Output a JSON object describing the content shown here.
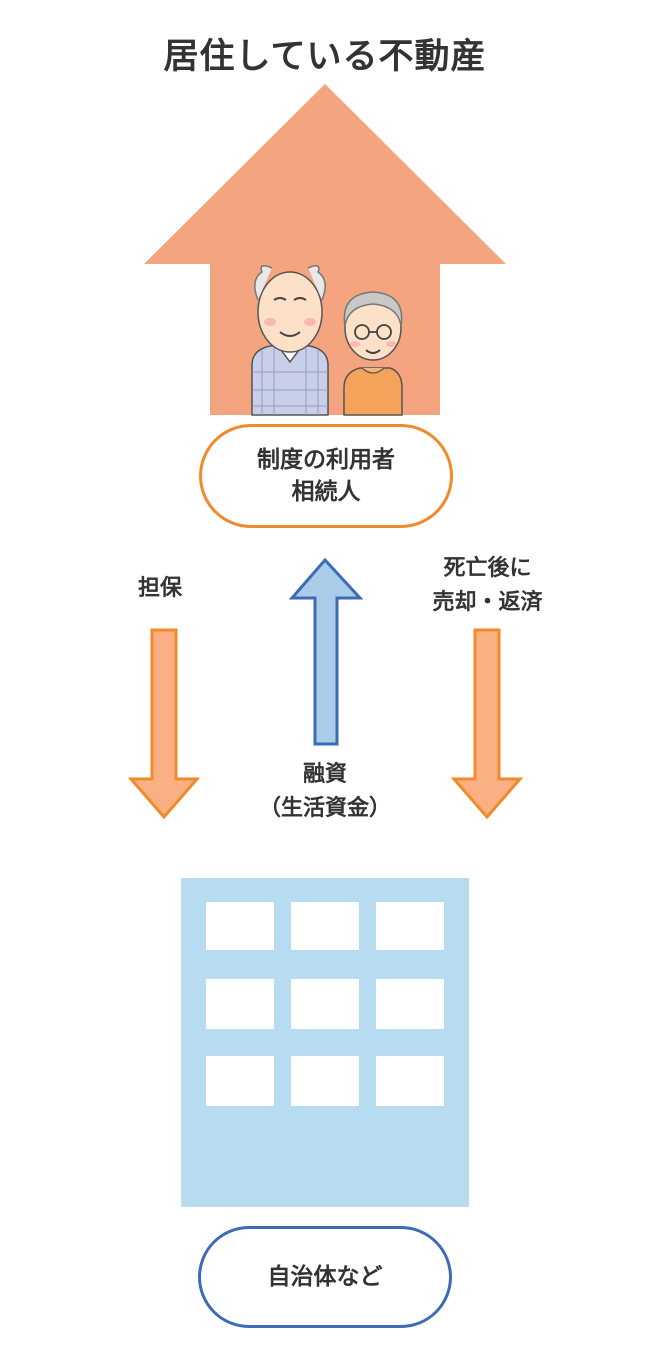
{
  "title": "居住している不動産",
  "user_box": {
    "line1": "制度の利用者",
    "line2": "相続人"
  },
  "labels": {
    "collateral": "担保",
    "repay_line1": "死亡後に",
    "repay_line2": "売却・返済",
    "loan_line1": "融資",
    "loan_line2": "（生活資金）"
  },
  "lender_box": {
    "label": "自治体など"
  },
  "colors": {
    "house": "#f4a47e",
    "orange_arrow_fill": "#fbb084",
    "orange_stroke": "#f08a2a",
    "blue_arrow_fill": "#a9cde9",
    "blue_stroke": "#3d6bb5",
    "building": "#b7dbf1",
    "window": "#ffffff",
    "text": "#333333"
  },
  "icons": [
    "house-icon",
    "elderly-man-icon",
    "elderly-woman-icon",
    "building-icon"
  ]
}
